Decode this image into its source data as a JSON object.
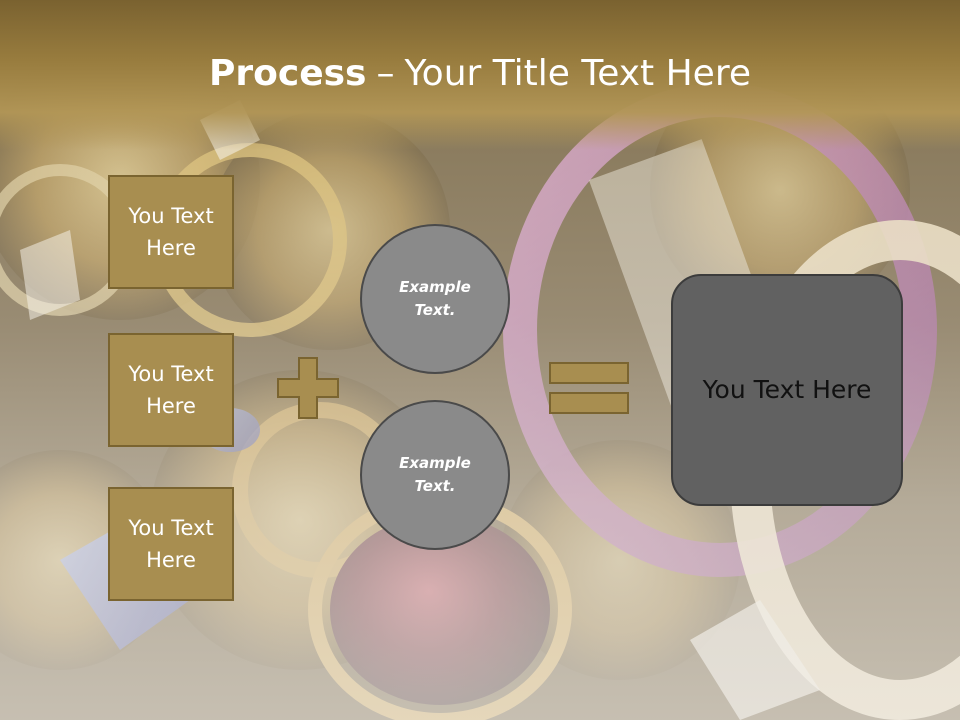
{
  "title": {
    "bold": "Process",
    "separator": "–",
    "rest": "Your Title Text Here"
  },
  "left_boxes": [
    {
      "label": "You Text Here"
    },
    {
      "label": "You Text Here"
    },
    {
      "label": "You Text Here"
    }
  ],
  "circles": [
    {
      "label": "Example Text."
    },
    {
      "label": "Example Text."
    }
  ],
  "result": {
    "label": "You Text Here"
  },
  "icons": {
    "plus": "plus-icon",
    "equals": "equals-icon"
  },
  "colors": {
    "title_band": "#9a7e40",
    "box_fill": "#a88e50",
    "box_border": "#7a6430",
    "circle_fill": "#8a8a8a",
    "result_fill": "#616161",
    "title_text": "#ffffff"
  }
}
